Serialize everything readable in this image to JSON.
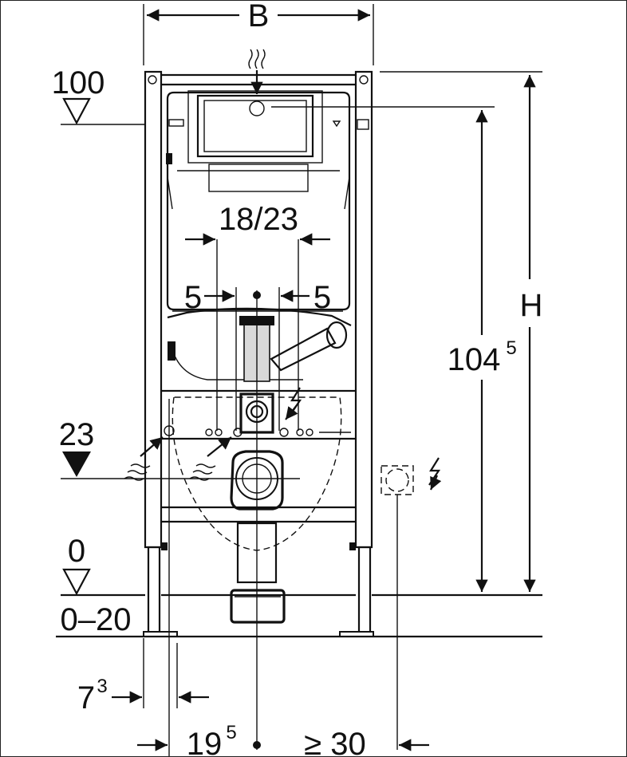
{
  "labels": {
    "width_symbol": "B",
    "height_symbol": "H",
    "level_top": "100",
    "level_axis": "23",
    "level_floor": "0",
    "floor_range": "0–20",
    "bolt_spacing": "18/23",
    "offset_left": "5",
    "offset_right": "5",
    "frame_height_main": "104",
    "frame_height_sup": "5",
    "foot_offset_main": "7",
    "foot_offset_sup": "3",
    "center_offset_main": "19",
    "center_offset_sup": "5",
    "min_side_clearance": "≥ 30"
  },
  "icons": [
    "water-supply-icon",
    "electric-supply-icon",
    "level-triangle-icon"
  ]
}
